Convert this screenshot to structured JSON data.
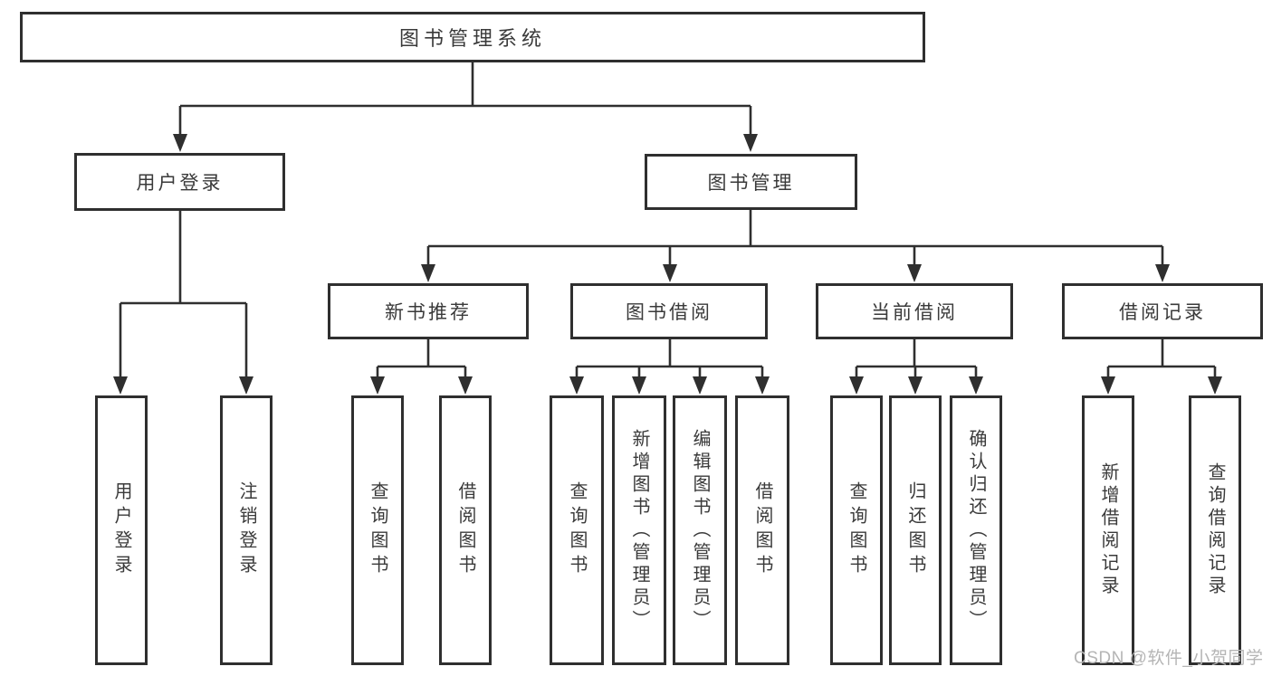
{
  "diagram": {
    "root": {
      "label": "图书管理系统"
    },
    "level2": [
      {
        "label": "用户登录"
      },
      {
        "label": "图书管理"
      }
    ],
    "level3": [
      {
        "label": "新书推荐"
      },
      {
        "label": "图书借阅"
      },
      {
        "label": "当前借阅"
      },
      {
        "label": "借阅记录"
      }
    ],
    "leaves": {
      "user_login": [
        {
          "label": "用户登录"
        },
        {
          "label": "注销登录"
        }
      ],
      "new_book": [
        {
          "label": "查询图书"
        },
        {
          "label": "借阅图书"
        }
      ],
      "book_borrow": [
        {
          "label": "查询图书"
        },
        {
          "label": "新增图书（管理员）"
        },
        {
          "label": "编辑图书（管理员）"
        },
        {
          "label": "借阅图书"
        }
      ],
      "current_borrow": [
        {
          "label": "查询图书"
        },
        {
          "label": "归还图书"
        },
        {
          "label": "确认归还（管理员）"
        }
      ],
      "borrow_record": [
        {
          "label": "新增借阅记录"
        },
        {
          "label": "查询借阅记录"
        }
      ]
    },
    "watermark": {
      "label": "CSDN @软件_小贺同学"
    },
    "colors": {
      "line": "#2f2f2f",
      "box_border": "#2f2f2f",
      "text": "#3a3a3a",
      "watermark_text": "#b5b5b5"
    }
  }
}
